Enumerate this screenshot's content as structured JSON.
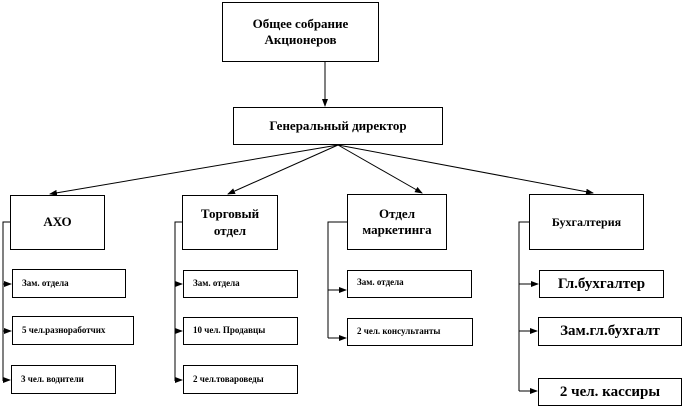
{
  "root": {
    "line1": "Общее собрание",
    "line2": "Акционеров"
  },
  "director": "Генеральный директор",
  "departments": [
    {
      "title": [
        "АХО"
      ],
      "staff": [
        "Зам. отдела",
        "5 чел.разноработчих",
        "3 чел. водители"
      ]
    },
    {
      "title": [
        "Торговый",
        "отдел"
      ],
      "staff": [
        "Зам. отдела",
        "10 чел. Продавцы",
        "2 чел.товароведы"
      ]
    },
    {
      "title": [
        "Отдел",
        "маркетинга"
      ],
      "staff": [
        "Зам. отдела",
        "2 чел. консультанты"
      ]
    },
    {
      "title": [
        "Бухгалтерия"
      ],
      "staff": [
        "Гл.бухгалтер",
        "Зам.гл.бухгалт",
        "2 чел. кассиры"
      ]
    }
  ]
}
